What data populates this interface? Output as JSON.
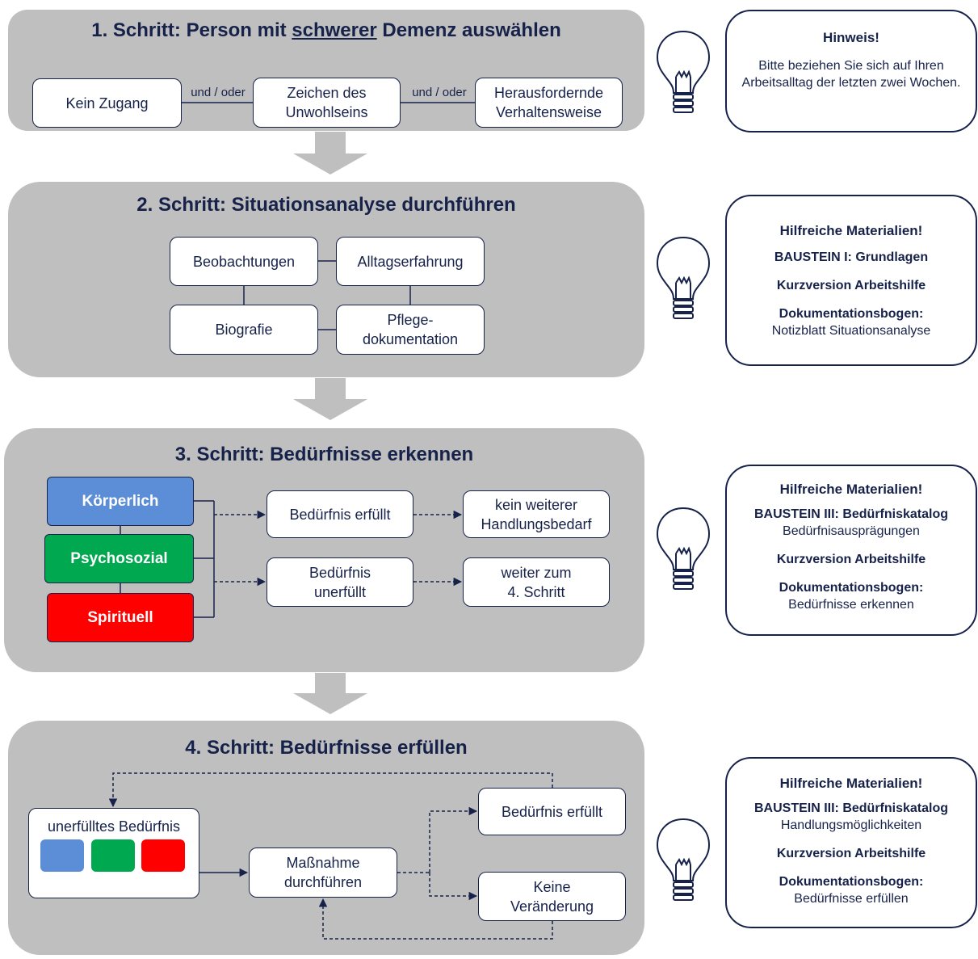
{
  "step1": {
    "title_pre": "1. Schritt: Person mit ",
    "title_emph": "schwerer",
    "title_post": " Demenz auswählen",
    "boxes": [
      "Kein Zugang",
      "Zeichen des Unwohlseins",
      "Herausfordernde Verhaltensweise"
    ],
    "connectors": [
      "und / oder",
      "und / oder"
    ]
  },
  "step2": {
    "title": "2. Schritt: Situationsanalyse durchführen",
    "boxes": [
      "Beobachtungen",
      "Alltagserfahrung",
      "Biografie",
      "Pflege-dokumentation"
    ]
  },
  "step3": {
    "title": "3. Schritt: Bedürfnisse erkennen",
    "categories": [
      {
        "label": "Körperlich",
        "color": "#5b8ed6"
      },
      {
        "label": "Psychosozial",
        "color": "#00a84f"
      },
      {
        "label": "Spirituell",
        "color": "#ff0000"
      }
    ],
    "outcomes": [
      "Bedürfnis erfüllt",
      "Bedürfnis unerfüllt"
    ],
    "results": [
      "kein weiterer Handlungsbedarf",
      "weiter zum 4. Schritt"
    ]
  },
  "step4": {
    "title": "4. Schritt: Bedürfnisse erfüllen",
    "need_label": "unerfülltes Bedürfnis",
    "need_colors": [
      "#5b8ed6",
      "#00a84f",
      "#ff0000"
    ],
    "action": "Maßnahme durchführen",
    "outcomes": [
      "Bedürfnis erfüllt",
      "Keine Veränderung"
    ]
  },
  "sidebar": {
    "hint": {
      "heading": "Hinweis!",
      "text": "Bitte beziehen Sie sich auf Ihren Arbeitsalltag der letzten zwei Wochen."
    },
    "materials2": {
      "heading": "Hilfreiche Materialien!",
      "item1": "BAUSTEIN I: Grundlagen",
      "item2": "Kurzversion Arbeitshilfe",
      "item3_bold": "Dokumentationsbogen:",
      "item3_text": "Notizblatt Situationsanalyse"
    },
    "materials3": {
      "heading": "Hilfreiche Materialien!",
      "item1_bold": "BAUSTEIN III: Bedürfniskatalog",
      "item1_text": "Bedürfnisausprägungen",
      "item2": "Kurzversion Arbeitshilfe",
      "item3_bold": "Dokumentationsbogen:",
      "item3_text": "Bedürfnisse erkennen"
    },
    "materials4": {
      "heading": "Hilfreiche Materialien!",
      "item1_bold": "BAUSTEIN III: Bedürfniskatalog",
      "item1_text": "Handlungsmöglichkeiten",
      "item2": "Kurzversion Arbeitshilfe",
      "item3_bold": "Dokumentationsbogen:",
      "item3_text": "Bedürfnisse erfüllen"
    }
  },
  "icons": [
    "lightbulb-icon",
    "down-arrow-icon"
  ],
  "colors": {
    "panel": "#bfbfbf",
    "navy": "#17224a"
  }
}
